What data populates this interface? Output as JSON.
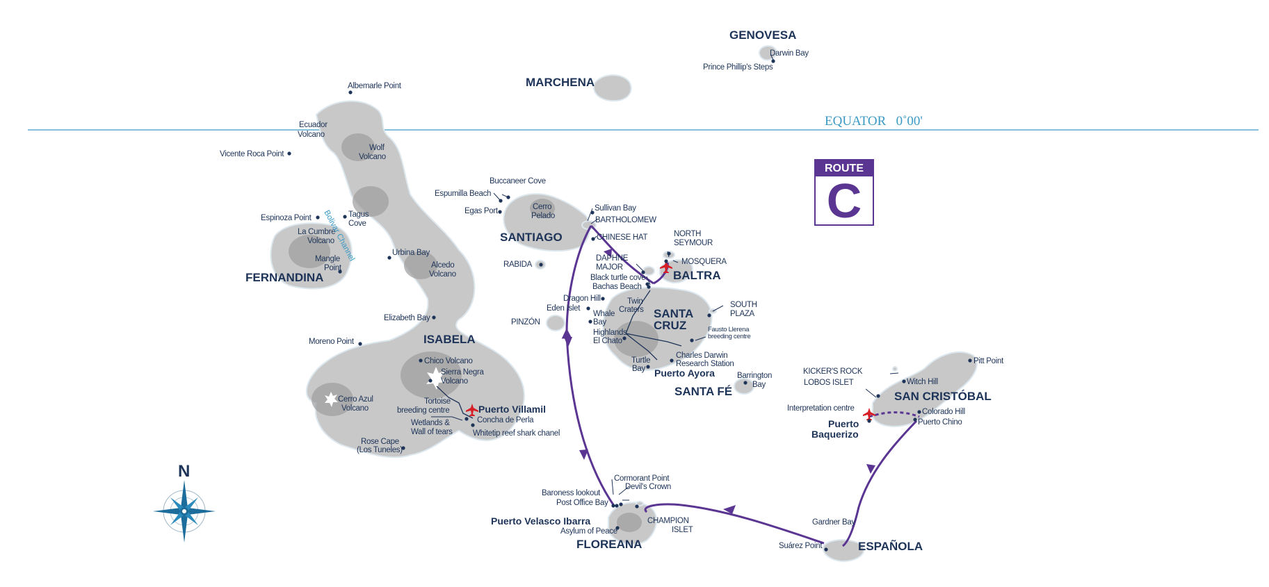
{
  "equator": "EQUATOR   0˚00'",
  "route": {
    "label": "ROUTE",
    "letter": "C"
  },
  "compass_letter": "N",
  "channel": "Bolivar Channel",
  "islands": {
    "genovesa": "GENOVESA",
    "marchena": "MARCHENA",
    "fernandina": "FERNANDINA",
    "isabela": "ISABELA",
    "santiago": "SANTIAGO",
    "rabida": "RABIDA",
    "pinzon": "PINZÓN",
    "bartholomew": "BARTHOLOMEW",
    "chinese_hat": "CHINESE HAT",
    "north_seymour": [
      "NORTH",
      "SEYMOUR"
    ],
    "mosquera": "MOSQUERA",
    "daphne_major": [
      "DAPHNE",
      "MAJOR"
    ],
    "baltra": "BALTRA",
    "santa_cruz": [
      "SANTA",
      "CRUZ"
    ],
    "south_plaza": [
      "SOUTH",
      "PLAZA"
    ],
    "santa_fe": "SANTA FÉ",
    "san_cristobal": "SAN CRISTÓBAL",
    "kickers_rock": "KICKER'S ROCK",
    "lobos_islet": "LOBOS ISLET",
    "espanola": "ESPAÑOLA",
    "floreana": "FLOREANA",
    "champion_islet": [
      "CHAMPION",
      "ISLET"
    ]
  },
  "ports": {
    "puerto_villamil": "Puerto Villamil",
    "puerto_ayora": "Puerto Ayora",
    "puerto_baquerizo": [
      "Puerto",
      "Baquerizo"
    ],
    "puerto_velasco_ibarra": "Puerto Velasco Ibarra"
  },
  "sites": {
    "darwin_bay": "Darwin Bay",
    "prince_phillips_steps": "Prince Phillip's Steps",
    "albemarle_point": "Albemarle Point",
    "ecuador_volcano": [
      "Ecuador",
      "Volcano"
    ],
    "wolf_volcano": [
      "Wolf",
      "Volcano"
    ],
    "vicente_roca_point": "Vicente Roca Point",
    "espinoza_point": "Espinoza Point",
    "tagus_cove": [
      "Tagus",
      "Cove"
    ],
    "la_cumbre_volcano": [
      "La Cumbre",
      "Volcano"
    ],
    "mangle_point": [
      "Mangle",
      "Point"
    ],
    "urbina_bay": "Urbina Bay",
    "alcedo_volcano": [
      "Alcedo",
      "Volcano"
    ],
    "elizabeth_bay": "Elizabeth Bay",
    "moreno_point": "Moreno Point",
    "chico_volcano": "Chico Volcano",
    "sierra_negra_volcano": [
      "Sierra Negra",
      "Volcano"
    ],
    "cerro_azul_volcano": [
      "Cerro Azul",
      "Volcano"
    ],
    "tortoise_breeding_centre": [
      "Tortoise",
      "breeding centre"
    ],
    "concha_de_perla": "Concha de Perla",
    "wetlands": [
      "Wetlands &",
      "Wall of tears"
    ],
    "whitetip": "Whitetip reef shark chanel",
    "rose_cape": [
      "Rose Cape",
      "(Los Tuneles)"
    ],
    "buccaneer_cove": "Buccaneer Cove",
    "espumilla_beach": "Espumilla Beach",
    "egas_port": "Egas Port",
    "cerro_pelado": [
      "Cerro",
      "Pelado"
    ],
    "sullivan_bay": "Sullivan Bay",
    "black_turtle_cove": "Black turtle cove",
    "bachas_beach": "Bachas Beach",
    "dragon_hill": "Dragon Hill",
    "eden_islet": "Eden Islet",
    "whale_bay": [
      "Whale",
      "Bay"
    ],
    "twin_craters": [
      "Twin",
      "Craters"
    ],
    "highlands": [
      "Highlands",
      "El Chato"
    ],
    "fausto_llerena": [
      "Fausto Llerena",
      "breeding centre"
    ],
    "charles_darwin": [
      "Charles Darwin",
      "Research Station"
    ],
    "turtle_bay": [
      "Turtle",
      "Bay"
    ],
    "barrington_bay": [
      "Barrington",
      "Bay"
    ],
    "pitt_point": "Pitt Point",
    "witch_hill": "Witch Hill",
    "interpretation_centre": "Interpretation centre",
    "colorado_hill": "Colorado Hill",
    "puerto_chino": "Puerto Chino",
    "gardner_bay": "Gardner Bay",
    "suarez_point": "Suárez Point",
    "cormorant_point": "Cormorant Point",
    "devils_crown": "Devil's Crown",
    "baroness_lookout": "Baroness lookout",
    "post_office_bay": "Post Office Bay",
    "asylum_of_peace": "Asylum of Peace"
  }
}
